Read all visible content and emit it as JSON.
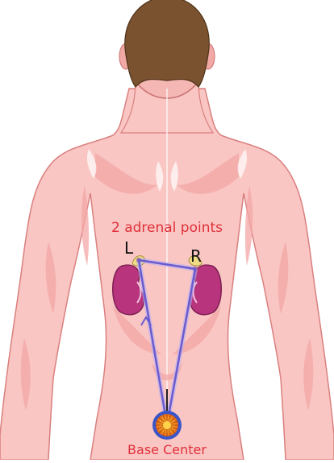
{
  "labels": {
    "adrenal": "2 adrenal points",
    "left": "L",
    "right": "R",
    "base": "Base Center"
  },
  "colors": {
    "label_red": "#e0303a",
    "skin": "#f9c6c3",
    "skin_shadow": "#ef9a98",
    "hair": "#7a5230",
    "kidney": "#b8357e",
    "adrenal": "#f0dc84",
    "path": "#6a5bd1",
    "base_ring": "#3a55c8",
    "base_core": "#f08a1e"
  }
}
